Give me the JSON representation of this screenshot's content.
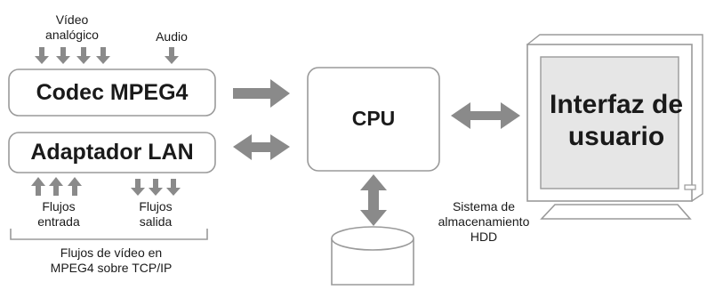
{
  "inputs": {
    "video_label_line1": "Vídeo",
    "video_label_line2": "analógico",
    "audio_label": "Audio"
  },
  "blocks": {
    "codec": "Codec MPEG4",
    "lan": "Adaptador LAN",
    "cpu": "CPU"
  },
  "streams": {
    "in_line1": "Flujos",
    "in_line2": "entrada",
    "out_line1": "Flujos",
    "out_line2": "salida",
    "caption_line1": "Flujos de vídeo en",
    "caption_line2": "MPEG4 sobre TCP/IP"
  },
  "storage": {
    "line1": "Sistema de",
    "line2": "almacenamiento",
    "line3": "HDD"
  },
  "monitor": {
    "line1": "Interfaz de",
    "line2": "usuario"
  },
  "colors": {
    "arrow": "#8a8a8a",
    "box_stroke": "#9a9a9a",
    "screen": "#e6e6e6"
  }
}
